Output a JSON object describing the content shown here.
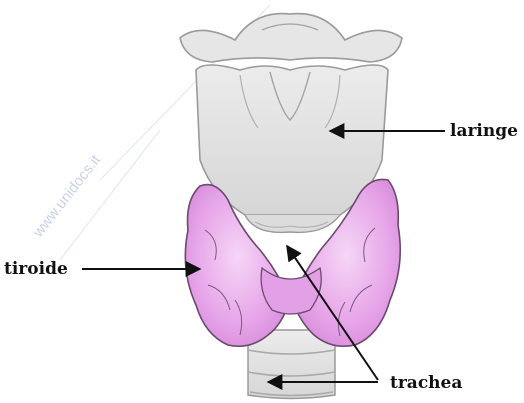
{
  "watermark": "www.unidocs.it",
  "labels": {
    "larynx": "laringe",
    "thyroid": "tiroide",
    "trachea": "trachea"
  },
  "colors": {
    "cartilage_fill": "#e2e2e2",
    "cartilage_stroke": "#9a9a9a",
    "thyroid_fill": "#eab0ec",
    "thyroid_stroke": "#6a4a6e",
    "arrow": "#111111"
  }
}
